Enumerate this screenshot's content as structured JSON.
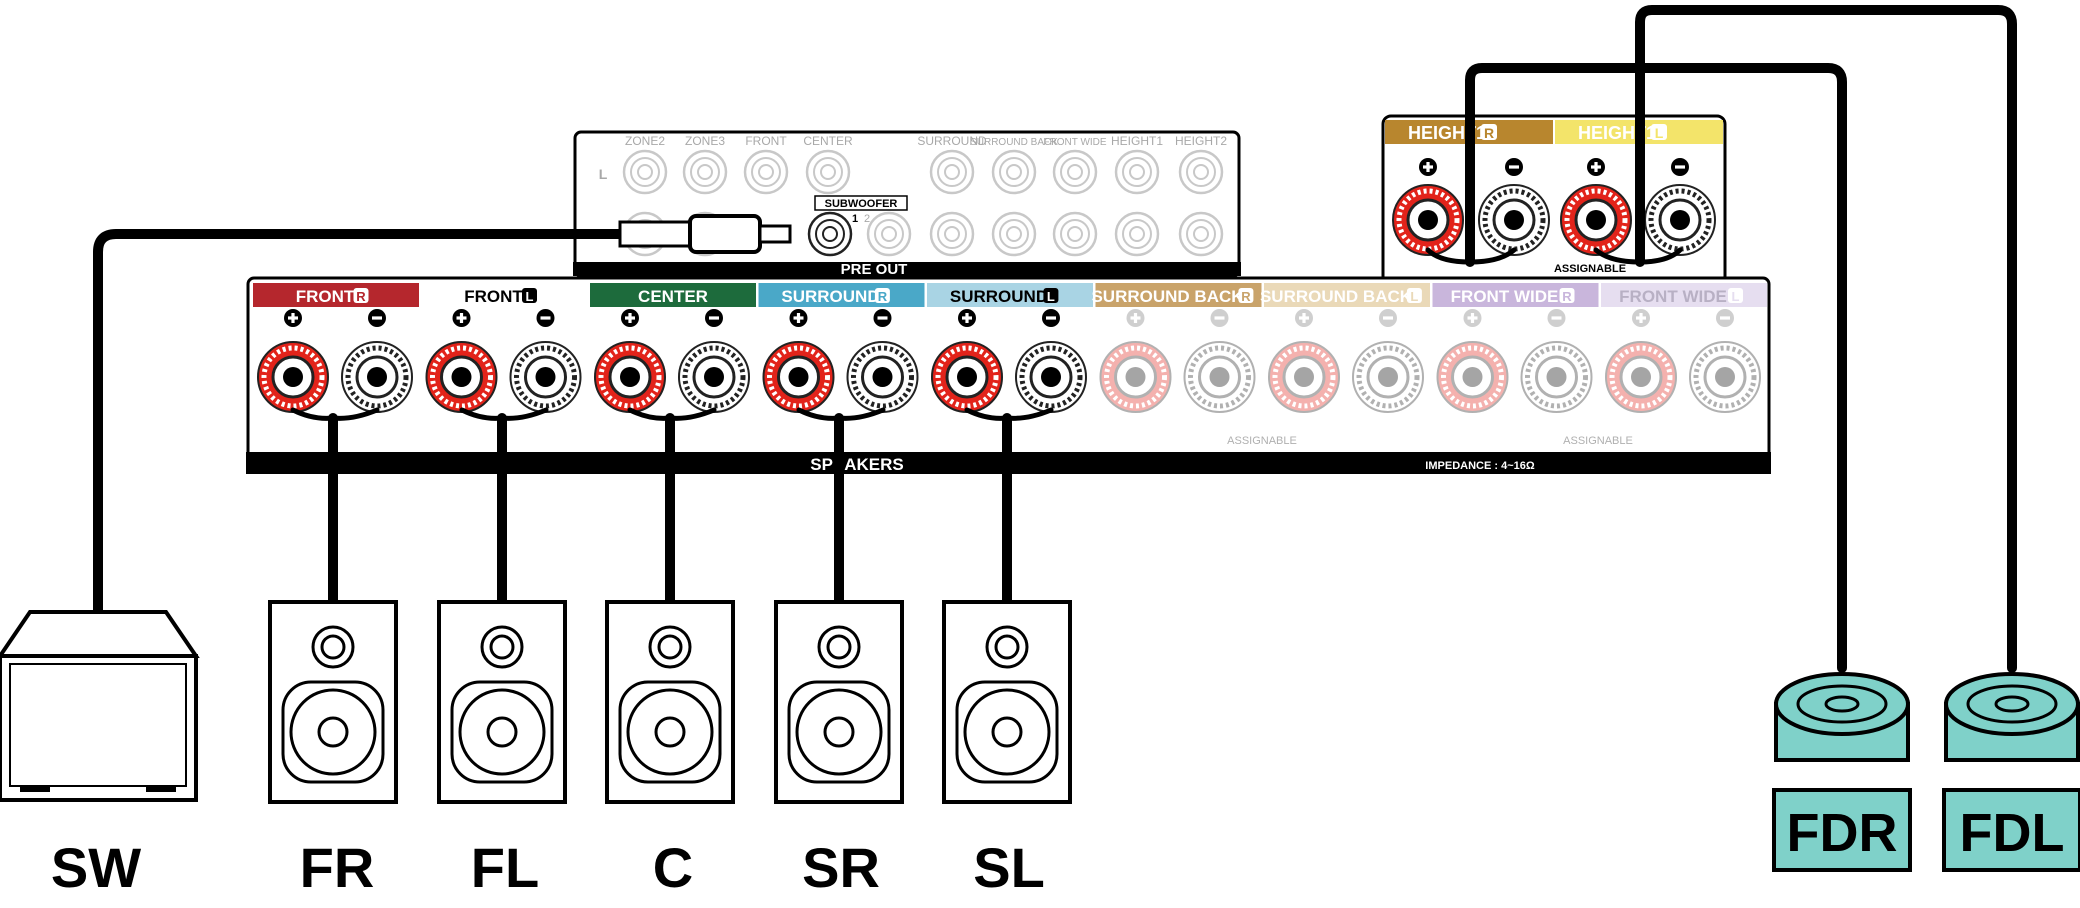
{
  "colors": {
    "front_r": "#b5272d",
    "front_l": "#ffffff",
    "center": "#1d6b3c",
    "surround_r": "#4aa8c8",
    "surround_l": "#a9d4e4",
    "surround_back_r": "#c9a36a",
    "surround_back_l": "#ead9b8",
    "front_wide_r": "#c9b6dc",
    "front_wide_l": "#e6def0",
    "height_r": "#b8862e",
    "height_l": "#f3e46a",
    "speaker_teal": "#7fd1c9",
    "terminal_red": "#e2231a"
  },
  "preout": {
    "title": "PRE OUT",
    "jack_labels": [
      "ZONE2",
      "ZONE3",
      "FRONT",
      "CENTER",
      "SURROUND",
      "SURROUND BACK",
      "FRONT WIDE",
      "HEIGHT1",
      "HEIGHT2"
    ],
    "l_marker": "L",
    "subwoofer_label": "SUBWOOFER",
    "subwoofer_num1": "1",
    "subwoofer_num2": "2"
  },
  "speakers_panel": {
    "title": "SPEAKERS",
    "impedance": "IMPEDANCE : 4~16Ω",
    "assignable": "ASSIGNABLE",
    "channels": [
      {
        "name": "FRONT",
        "side": "R",
        "active": true
      },
      {
        "name": "FRONT",
        "side": "L",
        "active": true
      },
      {
        "name": "CENTER",
        "side": "",
        "active": true
      },
      {
        "name": "SURROUND",
        "side": "R",
        "active": true
      },
      {
        "name": "SURROUND",
        "side": "L",
        "active": true
      },
      {
        "name": "SURROUND BACK",
        "side": "R",
        "active": false
      },
      {
        "name": "SURROUND BACK",
        "side": "L",
        "active": false
      },
      {
        "name": "FRONT WIDE",
        "side": "R",
        "active": false
      },
      {
        "name": "FRONT WIDE",
        "side": "L",
        "active": false
      }
    ]
  },
  "height_panel": {
    "channels": [
      {
        "name": "HEIGHT1",
        "side": "R"
      },
      {
        "name": "HEIGHT1",
        "side": "L"
      }
    ],
    "assignable": "ASSIGNABLE"
  },
  "bottom_labels": {
    "sw": "SW",
    "fr": "FR",
    "fl": "FL",
    "c": "C",
    "sr": "SR",
    "sl": "SL",
    "fdr": "FDR",
    "fdl": "FDL"
  }
}
